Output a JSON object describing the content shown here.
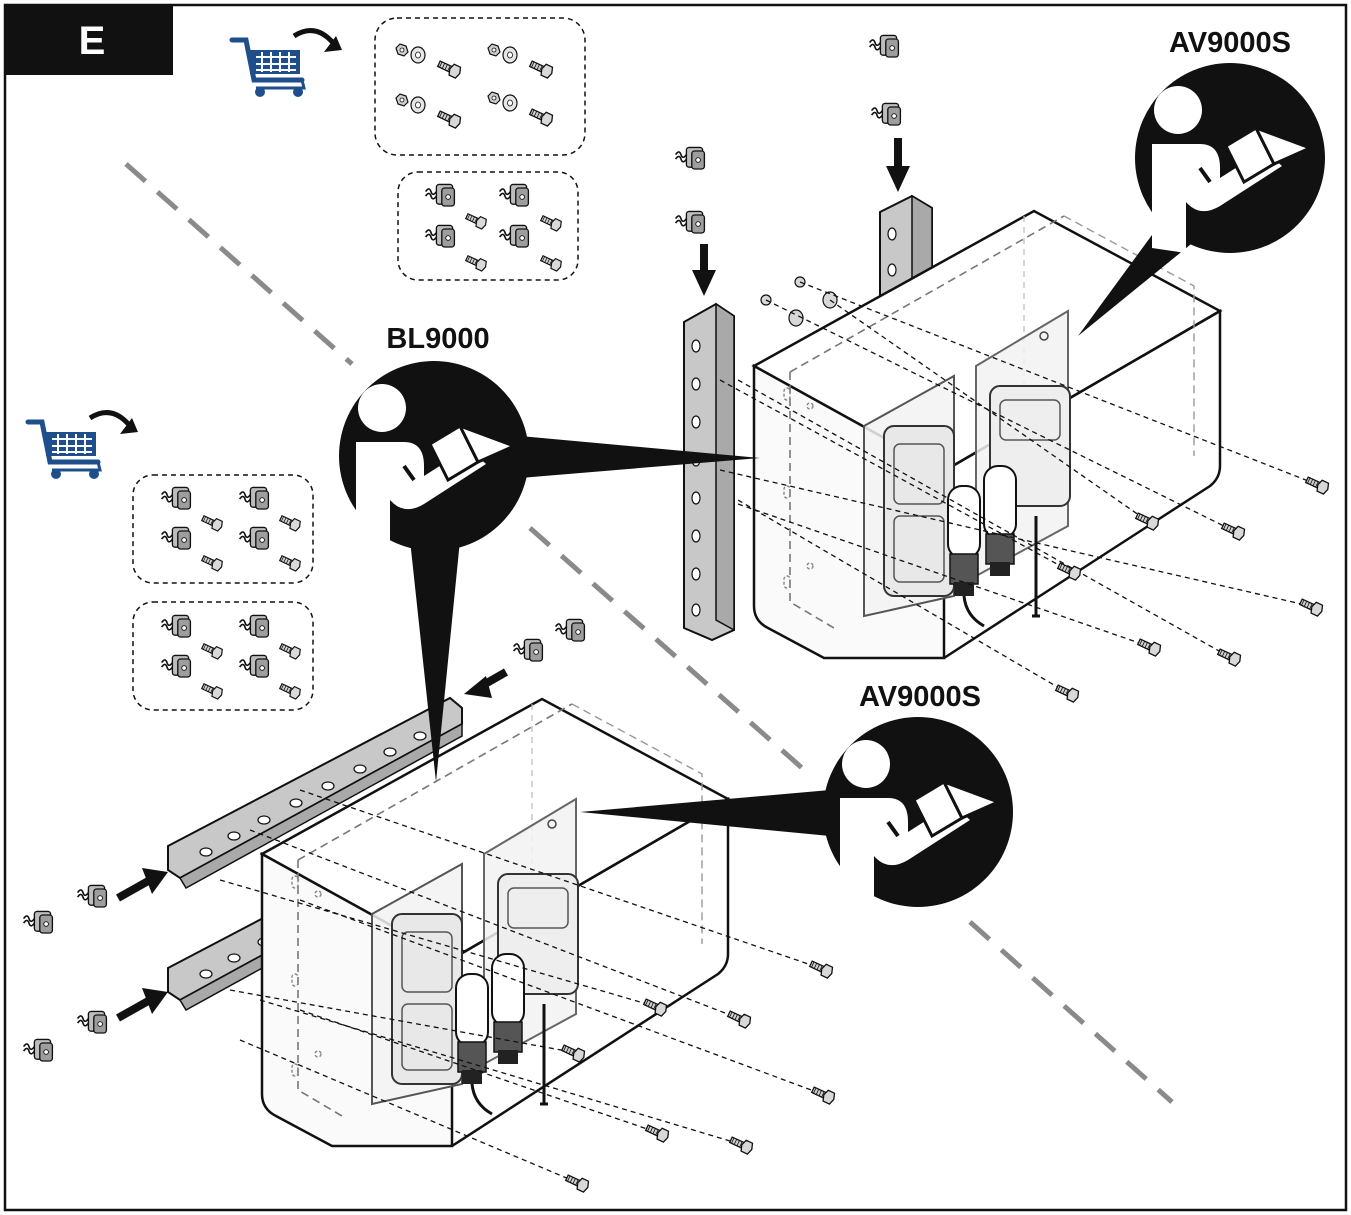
{
  "step_label": "E",
  "labels": {
    "bl9000": "BL9000",
    "av9000s_top": "AV9000S",
    "av9000s_bottom": "AV9000S"
  },
  "colors": {
    "frame": "#111111",
    "cart": "#1f4e8c",
    "separator": "#8a8a8a",
    "step_bg": "#111111"
  },
  "icons": {
    "cart": "shopping-cart-icon",
    "manual": "read-manual-icon",
    "arrow": "arrow-icon",
    "bolt": "bolt-icon",
    "spring_nut": "spring-nut-icon"
  }
}
